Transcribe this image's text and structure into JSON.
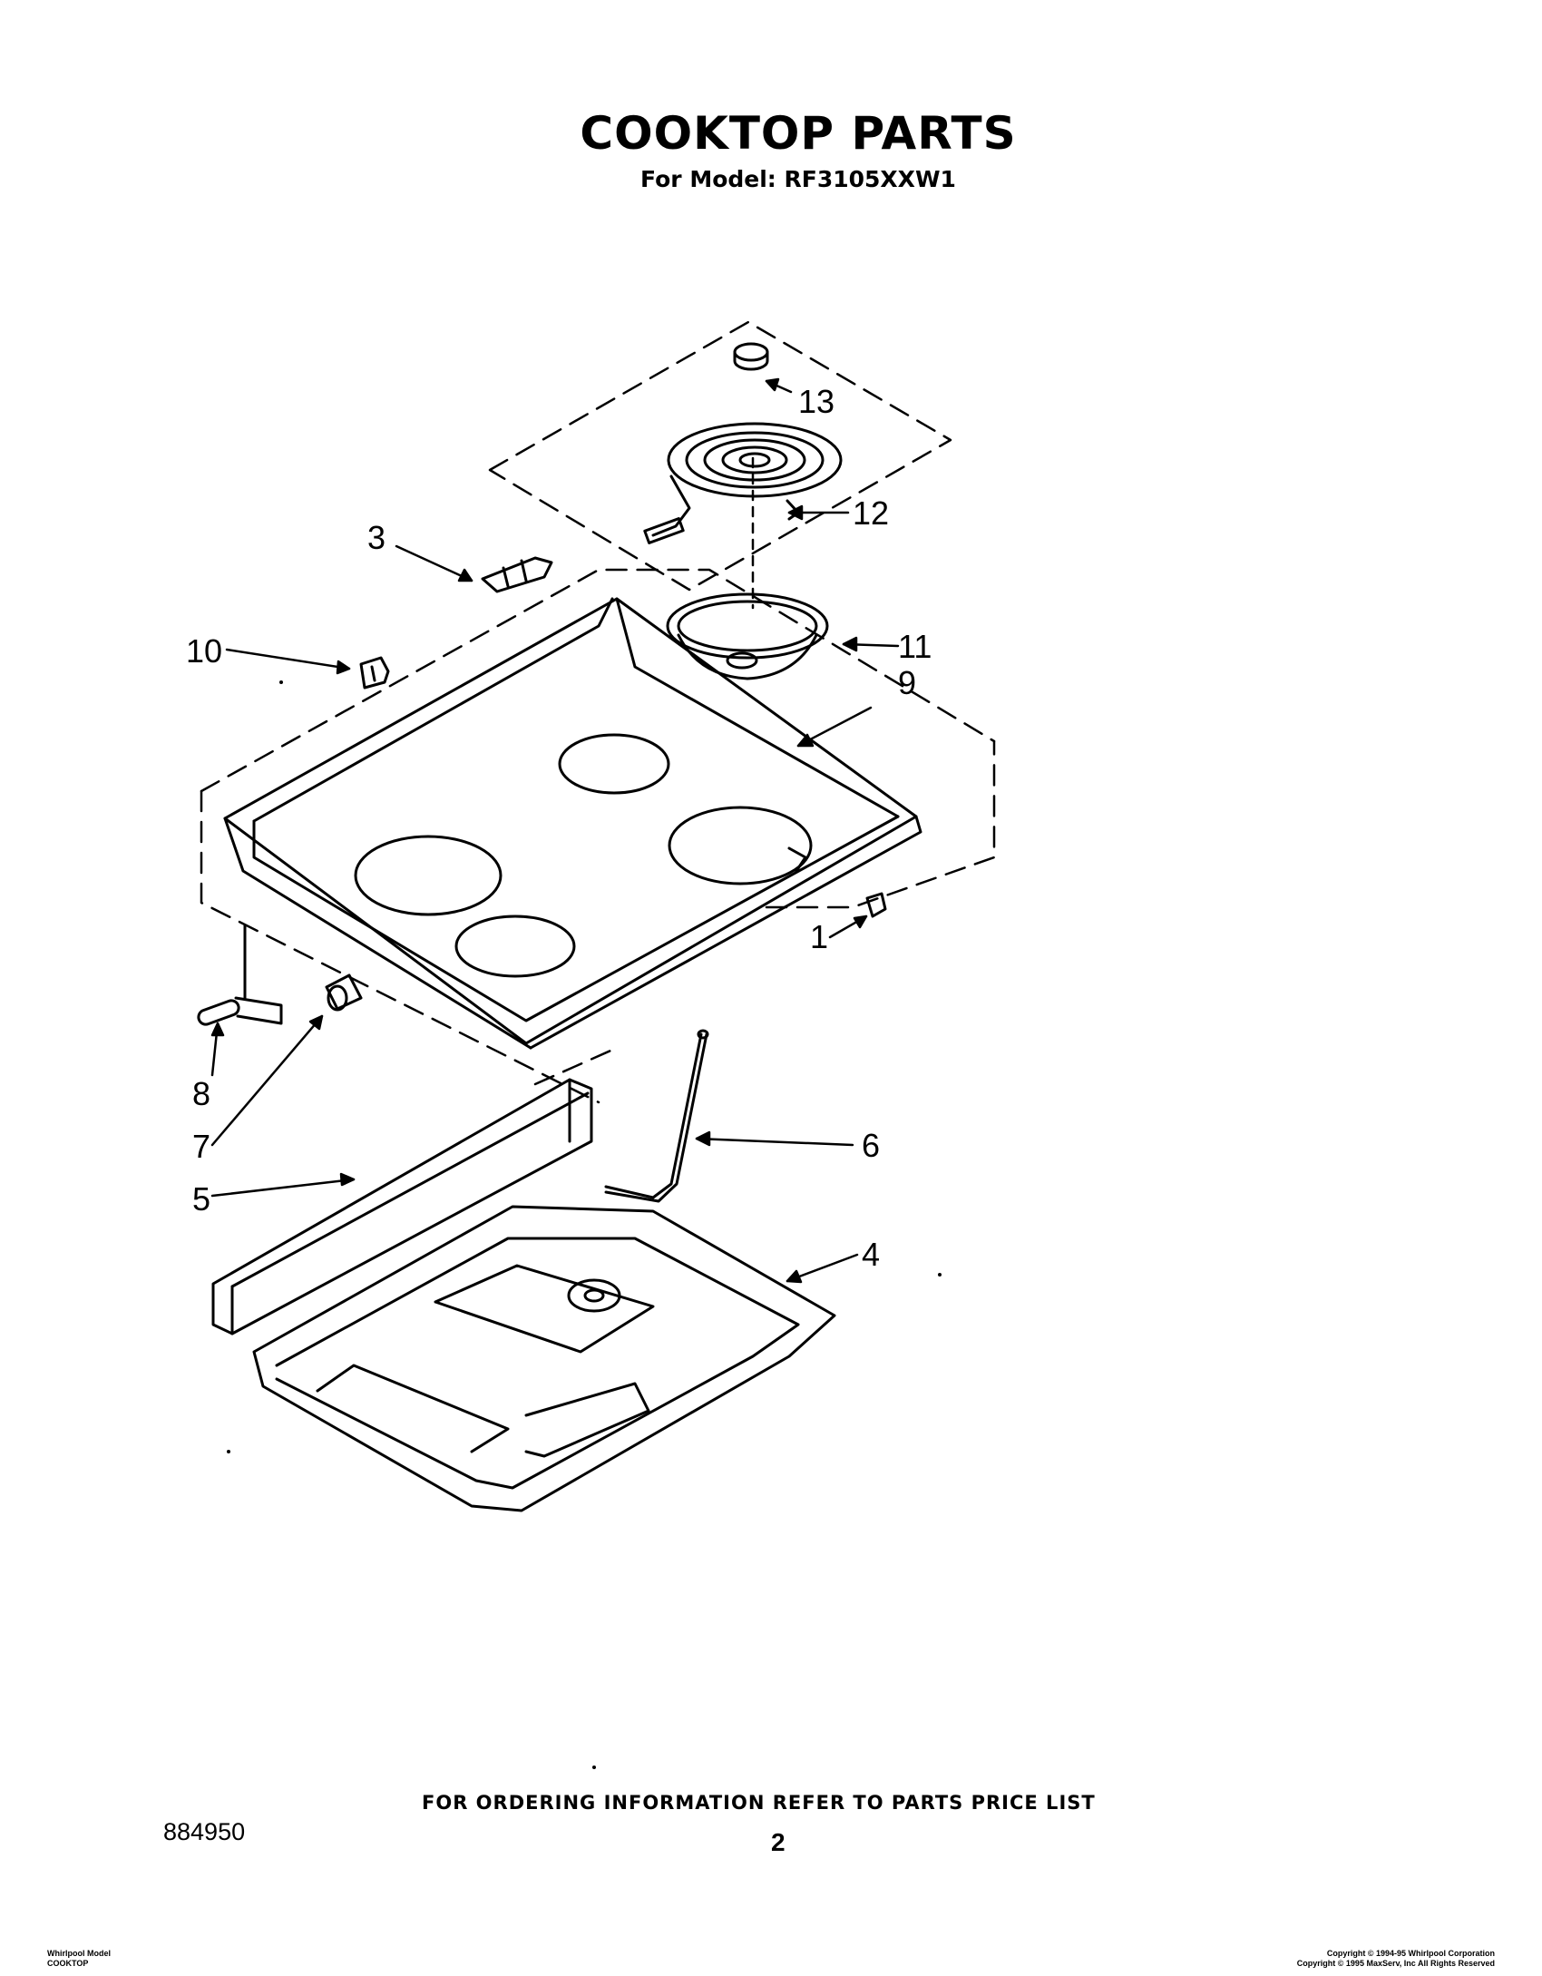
{
  "header": {
    "title": "COOKTOP PARTS",
    "subtitle": "For Model: RF3105XXW1"
  },
  "callouts": {
    "p1": "1",
    "p3": "3",
    "p4": "4",
    "p5": "5",
    "p6": "6",
    "p7": "7",
    "p8": "8",
    "p9": "9",
    "p10": "10",
    "p11": "11",
    "p12": "12",
    "p13": "13"
  },
  "footer": {
    "ordering_note": "FOR ORDERING INFORMATION REFER TO PARTS PRICE LIST",
    "document_number": "884950",
    "page_number": "2",
    "left_line1": "Whirlpool Model",
    "left_line2": "COOKTOP",
    "right_line1": "Copyright © 1994-95 Whirlpool Corporation",
    "right_line2": "Copyright © 1995 MaxServ, Inc   All Rights Reserved"
  }
}
